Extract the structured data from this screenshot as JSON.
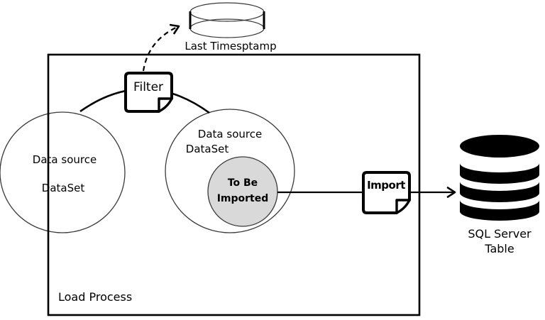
{
  "diagram": {
    "load_process_label": "Load Process",
    "left_dataset": {
      "line1": "Data source",
      "line2": "DataSet"
    },
    "right_dataset": {
      "line1": "Data source",
      "line2": "DataSet"
    },
    "to_be_imported": {
      "line1": "To Be",
      "line2": "Imported"
    },
    "filter_label": "Filter",
    "import_label": "Import",
    "last_timestamp_label": "Last Timesptamp",
    "sql_table": {
      "line1": "SQL Server",
      "line2": "Table"
    },
    "icons": {
      "filter": "note-icon",
      "import": "note-icon",
      "last_timestamp": "cylinder-icon",
      "sql_table": "database-icon"
    },
    "colors": {
      "stroke": "#000000",
      "thin_stroke": "#3a3a3a",
      "inner_circle_fill": "#d9d9d9",
      "database_fill": "#000000",
      "background": "#ffffff"
    }
  }
}
